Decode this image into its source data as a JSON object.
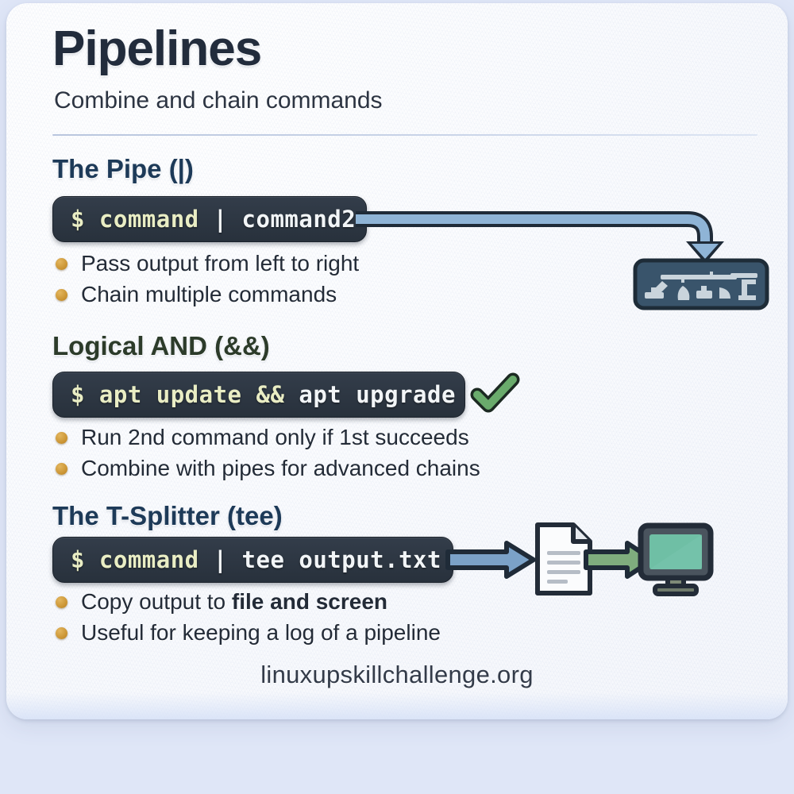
{
  "page": {
    "title": "Pipelines",
    "subtitle": "Combine and chain commands",
    "footer": "linuxupskillchallenge.org",
    "background_color": "#dfe6f7",
    "card_color": "#f7f9fc"
  },
  "sections": [
    {
      "id": "pipe",
      "heading": "The Pipe (|)",
      "heading_color": "#1d3a58",
      "code": [
        {
          "text": "$ command ",
          "tone": "cream"
        },
        {
          "text": "| ",
          "tone": "white"
        },
        {
          "text": "command2",
          "tone": "white"
        }
      ],
      "code_plain": "$ command | command2",
      "bullets": [
        {
          "text": "Pass output from left to right"
        },
        {
          "text": "Chain multiple commands"
        }
      ],
      "graphic": "pipe-elbow-arrow-to-pipe-fittings-panel"
    },
    {
      "id": "logical-and",
      "heading": "Logical AND (&&)",
      "heading_color": "#2c3b2a",
      "code": [
        {
          "text": "$ apt update ",
          "tone": "cream"
        },
        {
          "text": "&& ",
          "tone": "cream"
        },
        {
          "text": "apt upgrade",
          "tone": "white"
        }
      ],
      "code_plain": "$ apt update && apt upgrade",
      "bullets": [
        {
          "text": "Run 2nd command only if 1st succeeds"
        },
        {
          "text": "Combine with pipes for advanced chains"
        }
      ],
      "graphic": "green-checkmark"
    },
    {
      "id": "tee",
      "heading": "The T-Splitter (tee)",
      "heading_color": "#1d3a58",
      "code": [
        {
          "text": "$ command ",
          "tone": "cream"
        },
        {
          "text": "| ",
          "tone": "white"
        },
        {
          "text": "tee output.txt",
          "tone": "white"
        }
      ],
      "code_plain": "$ command | tee output.txt",
      "bullets": [
        {
          "text": "Copy output to ",
          "bold": "file and screen"
        },
        {
          "text": "Useful for keeping a log of a pipeline"
        }
      ],
      "graphic": "blue-arrow-document-green-arrow-monitor"
    }
  ],
  "colors": {
    "accent_blue": "#7fa8cf",
    "accent_green": "#78ab77",
    "bullet_gold": "#c8912f",
    "code_bg": "#2b3440",
    "code_cream": "#e9edc4",
    "code_white": "#f2f5f7"
  }
}
